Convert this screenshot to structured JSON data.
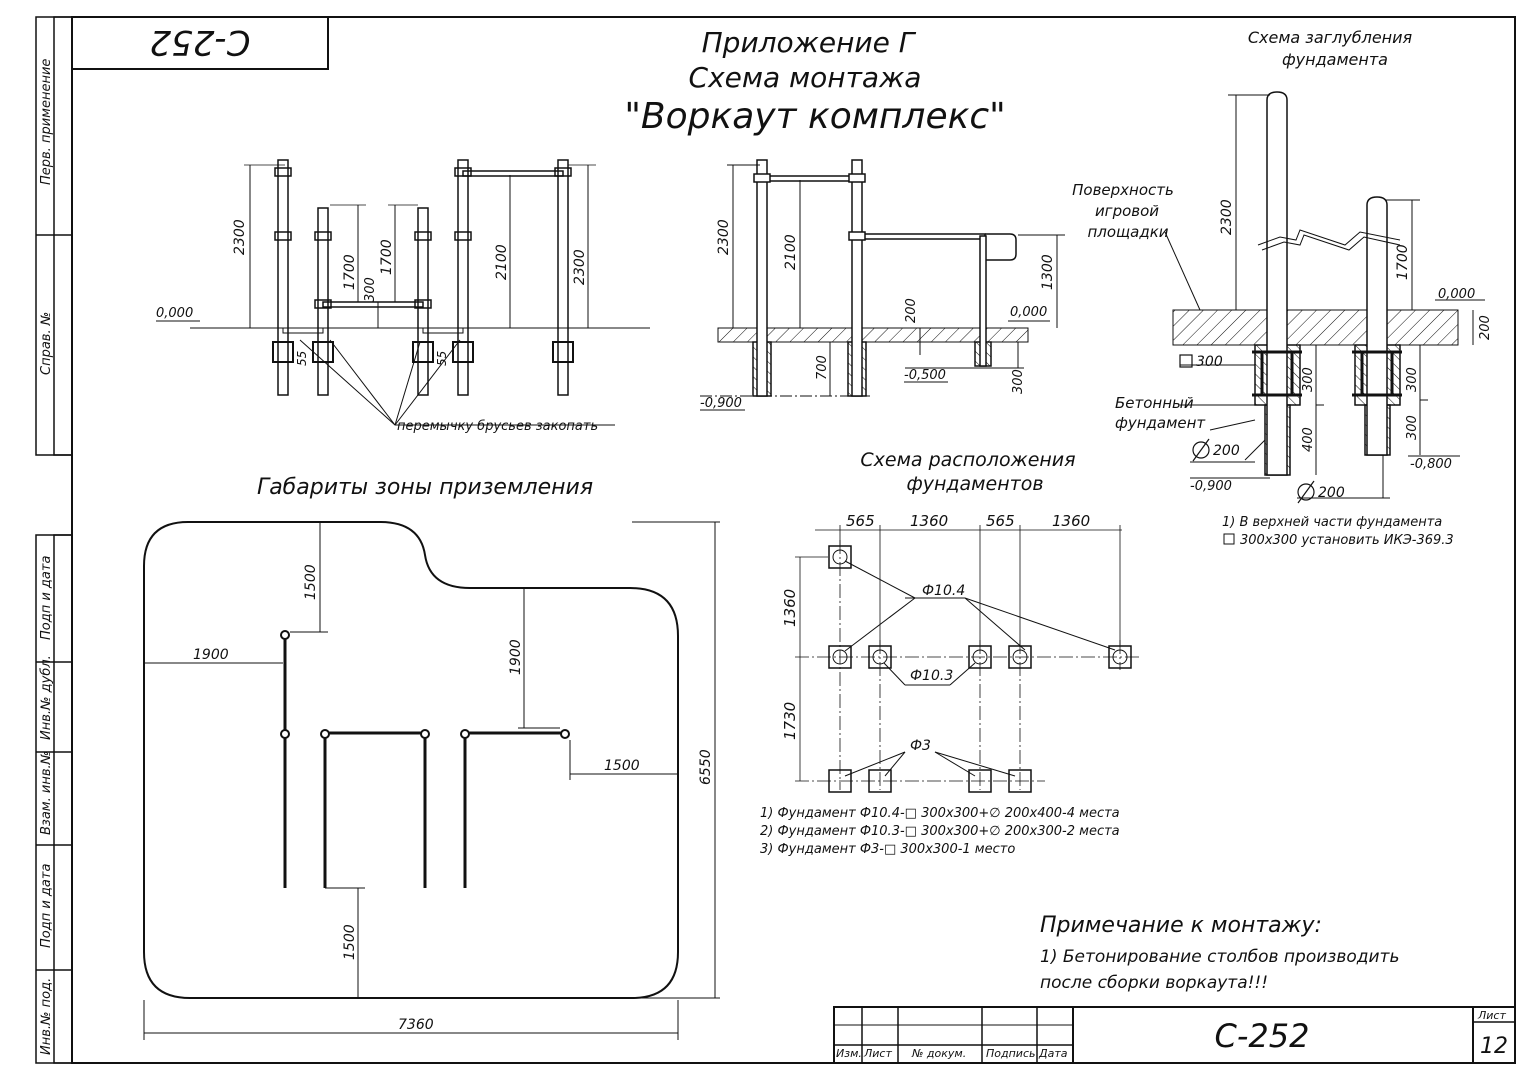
{
  "sheet": {
    "code_rotated": "С-252",
    "appendix": "Приложение Г",
    "subtitle": "Схема монтажа",
    "title": "\"Воркаут комплекс\""
  },
  "side_labels": [
    "Перв. применение",
    "Справ. №",
    "Подп и дата",
    "Инв.№ дубл.",
    "Взам. инв.№",
    "Подп и дата",
    "Инв.№ под."
  ],
  "elevation_1": {
    "dims": [
      "2300",
      "1700",
      "300",
      "1700",
      "2100",
      "2300",
      "55",
      "55"
    ],
    "level": "0,000",
    "note": "перемычку брусьев закопать"
  },
  "elevation_2": {
    "dims": [
      "2300",
      "2100",
      "1300",
      "200",
      "700",
      "300"
    ],
    "levels": [
      "0,000",
      "-0,500",
      "-0,900"
    ]
  },
  "depth_scheme": {
    "title_line1": "Схема заглубления",
    "title_line2": "фундамента",
    "surface_line1": "Поверхность",
    "surface_line2": "игровой",
    "surface_line3": "площадки",
    "concrete_line1": "Бетонный",
    "concrete_line2": "фундамент",
    "dims": [
      "2300",
      "1700",
      "200",
      "300",
      "300",
      "300",
      "400",
      "300"
    ],
    "square": "300",
    "diam1": "200",
    "diam2": "200",
    "levels": [
      "0,000",
      "-0,900",
      "-0,800"
    ],
    "note_line1": "1) В верхней части фундамента",
    "note_line2": "300х300 установить ИКЭ-369.3"
  },
  "landing_zone": {
    "title": "Габариты зоны приземления",
    "dims": [
      "1500",
      "1900",
      "1900",
      "1500",
      "6550",
      "1500",
      "7360"
    ]
  },
  "foundation_layout": {
    "title_line1": "Схема расположения",
    "title_line2": "фундаментов",
    "top_dims": [
      "565",
      "1360",
      "565",
      "1360"
    ],
    "left_dims": [
      "1360",
      "1730"
    ],
    "labels": [
      "Ф10.4",
      "Ф10.3",
      "Ф3"
    ],
    "notes": [
      "1) Фундамент Ф10.4-□ 300х300+∅ 200х400-4 места",
      "2) Фундамент Ф10.3-□ 300х300+∅ 200х300-2 места",
      "3) Фундамент Ф3-□ 300х300-1 место"
    ]
  },
  "mounting_note": {
    "title": "Примечание к монтажу:",
    "line1": "1) Бетонирование столбов производить",
    "line2": "после сборки воркаута!!!"
  },
  "title_block": {
    "headers": [
      "Изм.",
      "Лист",
      "№ докум.",
      "Подпись",
      "Дата"
    ],
    "code": "С-252",
    "sheet_label": "Лист",
    "sheet_number": "12"
  }
}
